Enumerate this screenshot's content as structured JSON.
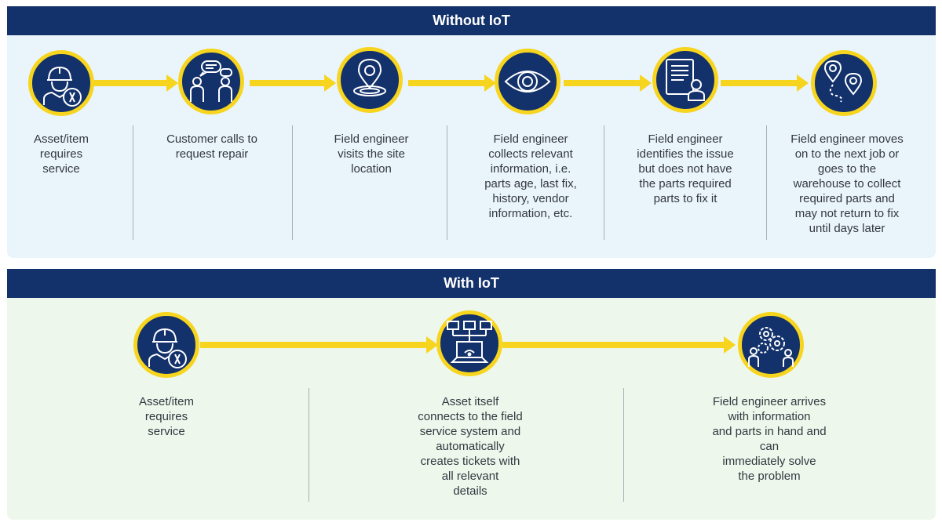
{
  "without_iot": {
    "title": "Without IoT",
    "steps": [
      {
        "icon": "engineer-wrench-icon",
        "lines": [
          "Asset/item",
          "requires",
          "service"
        ]
      },
      {
        "icon": "customer-call-chat-icon",
        "lines": [
          "Customer calls to",
          "request repair"
        ]
      },
      {
        "icon": "location-pin-icon",
        "lines": [
          "Field engineer",
          "visits the site",
          "location"
        ]
      },
      {
        "icon": "eye-icon",
        "lines": [
          "Field engineer",
          "collects relevant",
          "information, i.e.",
          "parts age, last fix,",
          "history, vendor",
          "information, etc."
        ]
      },
      {
        "icon": "document-person-icon",
        "lines": [
          "Field engineer",
          "identifies the issue",
          "but does not have",
          "the parts required",
          "parts to fix it"
        ]
      },
      {
        "icon": "route-map-icon",
        "lines": [
          "Field engineer moves",
          "on to the next job or",
          "goes to the",
          "warehouse to collect",
          "required parts and",
          "may not return to fix",
          "until days later"
        ]
      }
    ]
  },
  "with_iot": {
    "title": "With IoT",
    "steps": [
      {
        "icon": "engineer-wrench-icon",
        "lines": [
          "Asset/item",
          "requires",
          "service"
        ]
      },
      {
        "icon": "network-laptop-icon",
        "lines": [
          "Asset itself",
          "connects to the field",
          "service system and",
          "automatically",
          "creates tickets with",
          "all relevant",
          "details"
        ]
      },
      {
        "icon": "gears-team-icon",
        "lines": [
          "Field engineer arrives",
          "with information",
          "and parts in hand and",
          "can",
          "immediately solve",
          "the problem"
        ]
      }
    ]
  },
  "colors": {
    "header": "#13316b",
    "accent_yellow": "#f7d51e",
    "panel_without": "#eaf4fb",
    "panel_with": "#eef7ec",
    "text": "#333840"
  }
}
